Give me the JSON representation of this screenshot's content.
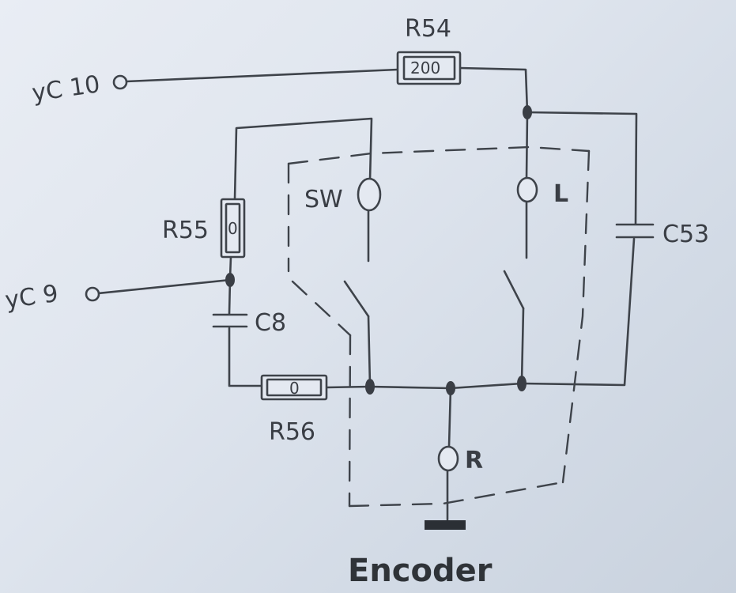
{
  "labels": {
    "yc10": "yC 10",
    "yc9": "yC 9",
    "r54": "R54",
    "r54_value": "200",
    "r55": "R55",
    "r55_value": "0",
    "r56": "R56",
    "r56_value": "0",
    "c8": "C8",
    "c53": "C53",
    "sw": "SW",
    "l": "L",
    "r": "R",
    "encoder": "Encoder"
  }
}
